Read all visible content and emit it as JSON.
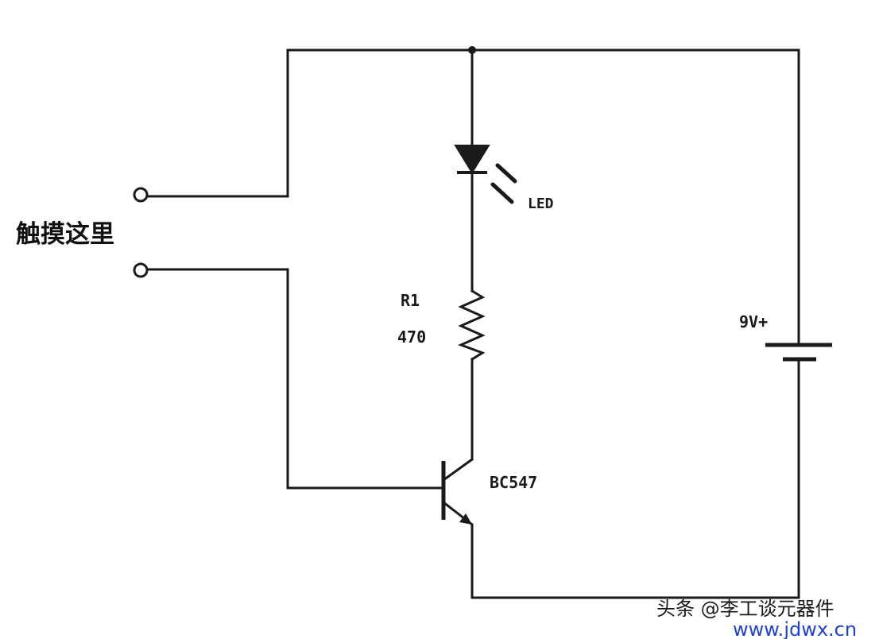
{
  "touch_label": "触摸这里",
  "led_label": "LED",
  "resistor": {
    "name": "R1",
    "value": "470"
  },
  "transistor_label": "BC547",
  "battery_label": "9V+",
  "watermark": {
    "text": "头条 @李工谈元器件",
    "url": "www.jdwx.cn",
    "url_color": "#1f3fd6"
  }
}
